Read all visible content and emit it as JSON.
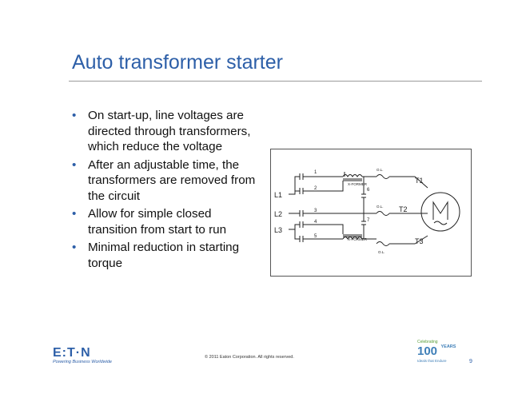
{
  "slide": {
    "title": "Auto transformer starter",
    "bullets": [
      "On start-up, line voltages are directed through transformers, which reduce the voltage",
      "After an adjustable time, the transformers are removed from the circuit",
      "Allow for simple closed transition from start to run",
      "Minimal reduction in starting torque"
    ],
    "bullet_glyph": "•",
    "accent_color": "#2d5fa8"
  },
  "diagram": {
    "lines": [
      "L1",
      "L2",
      "L3"
    ],
    "terminals": [
      "T1",
      "T2",
      "T3"
    ],
    "contacts": [
      "1",
      "2",
      "3",
      "4",
      "5",
      "6",
      "7"
    ],
    "overload_label": "O.L.",
    "transformer_label": "X-FORMER",
    "motor_symbol": "M"
  },
  "footer": {
    "logo_text": "E:T·N",
    "logo_tagline": "Powering Business Worldwide",
    "copyright": "© 2011 Eaton Corporation. All rights reserved.",
    "anniversary_celebrating": "Celebrating",
    "anniversary_number": "100",
    "anniversary_years": "YEARS",
    "anniversary_motto": "Ideals that Endure",
    "page_number": "9"
  }
}
